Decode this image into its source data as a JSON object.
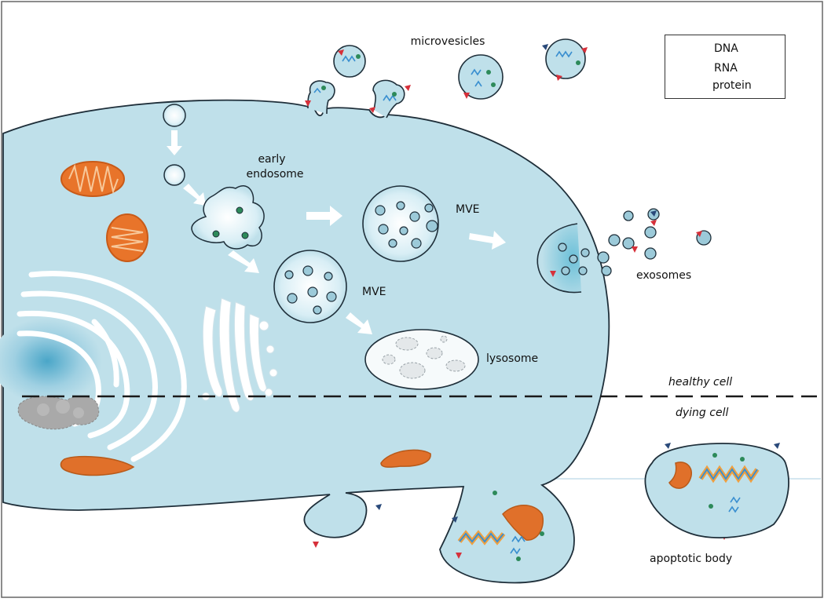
{
  "labels": {
    "microvesicles": "microvesicles",
    "early_endosome_1": "early",
    "early_endosome_2": "endosome",
    "mve_top": "MVE",
    "mve_bottom": "MVE",
    "lysosome": "lysosome",
    "exosomes": "exosomes",
    "healthy_cell": "healthy cell",
    "dying_cell": "dying cell",
    "apoptotic_body": "apoptotic body"
  },
  "legend": {
    "dna": "DNA",
    "rna": "RNA",
    "protein": "protein"
  },
  "colors": {
    "cell_fill": "#bfe0ea",
    "cell_stroke": "#1f2f3a",
    "mito_fill": "#e8742a",
    "mito_dark": "#d9601a",
    "dna_orange": "#f0a040",
    "dna_blue": "#3a8fd0",
    "rna_blue": "#3a8fd0",
    "protein_black": "#2a2a2a",
    "protein_red": "#d6303a",
    "protein_green": "#2d8a5a",
    "nucleus_blue": "#5fb4d0"
  }
}
